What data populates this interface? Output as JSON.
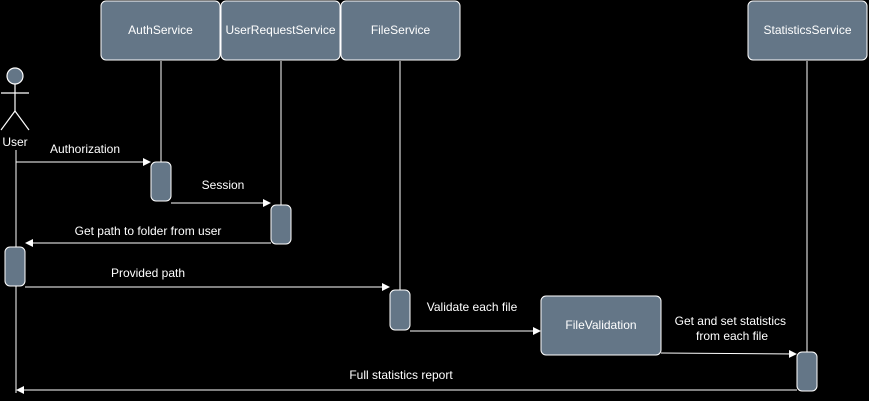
{
  "colors": {
    "background": "#000000",
    "box_fill": "#647687",
    "box_stroke": "#ffffff",
    "line": "#ffffff",
    "text": "#ffffff"
  },
  "actor": {
    "name": "User",
    "icon": "stick-figure-icon"
  },
  "participants": [
    {
      "id": "auth",
      "label": "AuthService"
    },
    {
      "id": "userreq",
      "label": "UserRequestService"
    },
    {
      "id": "file",
      "label": "FileService"
    },
    {
      "id": "stats",
      "label": "StatisticsService"
    },
    {
      "id": "validation",
      "label": "FileValidation"
    }
  ],
  "messages": [
    {
      "id": "m1",
      "label": "Authorization"
    },
    {
      "id": "m2",
      "label": "Session"
    },
    {
      "id": "m3",
      "label": "Get path to folder from user"
    },
    {
      "id": "m4",
      "label": "Provided path"
    },
    {
      "id": "m5",
      "label": "Validate each file"
    },
    {
      "id": "m6",
      "label": [
        "Get and set statistics",
        "from each file"
      ]
    },
    {
      "id": "m7",
      "label": "Full statistics report"
    }
  ]
}
